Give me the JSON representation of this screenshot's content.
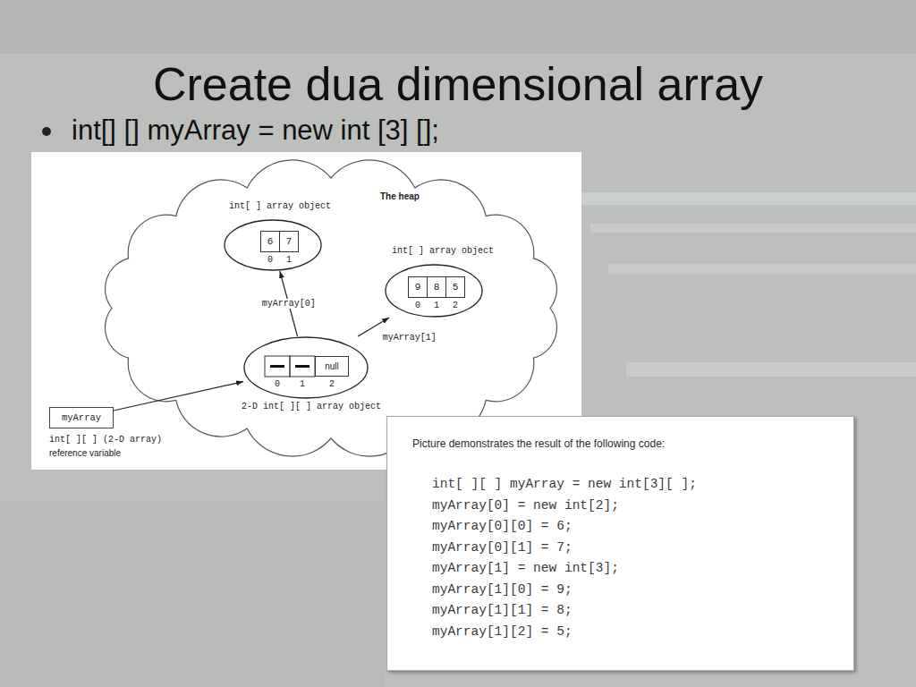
{
  "diagram": {
    "title": "Create dua dimensional array",
    "nodes": [
      {
        "text": [
          "The heap"
        ]
      },
      {
        "text": [
          "int[ ] array object"
        ],
        "in": 0
      },
      {
        "text": [
          "6"
        ],
        "in": 1
      },
      {
        "text": [
          "7"
        ],
        "in": 1
      },
      {
        "text": [
          "int[ ] array object"
        ],
        "in": 0
      },
      {
        "text": [
          "9"
        ],
        "in": 4
      },
      {
        "text": [
          "8"
        ],
        "in": 4
      },
      {
        "text": [
          "5"
        ],
        "in": 4
      },
      {
        "text": [
          "2-D int[ ][ ] array object"
        ],
        "in": 0
      },
      {
        "text": [
          "null"
        ],
        "in": 8
      },
      {
        "text": [
          "myArray"
        ]
      },
      {
        "text": [
          "Picture demonstrates the result of the following code:",
          "int[ ][ ] myArray = new int[3][ ];",
          "myArray[0] = new int[2];",
          "myArray[0][0] = 6;",
          "myArray[0][1] = 7;",
          "myArray[1] = new int[3];",
          "myArray[1][0] = 9;",
          "myArray[1][1] = 8;",
          "myArray[1][2] = 5;"
        ]
      }
    ],
    "edges": [
      {
        "from": 8,
        "to": 1,
        "label": "myArray[0]",
        "arrow": "to"
      },
      {
        "from": 8,
        "to": 4,
        "label": "myArray[1]",
        "arrow": "to"
      },
      {
        "from": 10,
        "to": 8,
        "arrow": "to"
      }
    ],
    "labels": [
      "int[] [] myArray = new int [3] [];",
      "0",
      "1",
      "0",
      "1",
      "2",
      "0",
      "1",
      "2",
      "int[ ][ ] (2-D array)",
      "reference variable"
    ]
  }
}
